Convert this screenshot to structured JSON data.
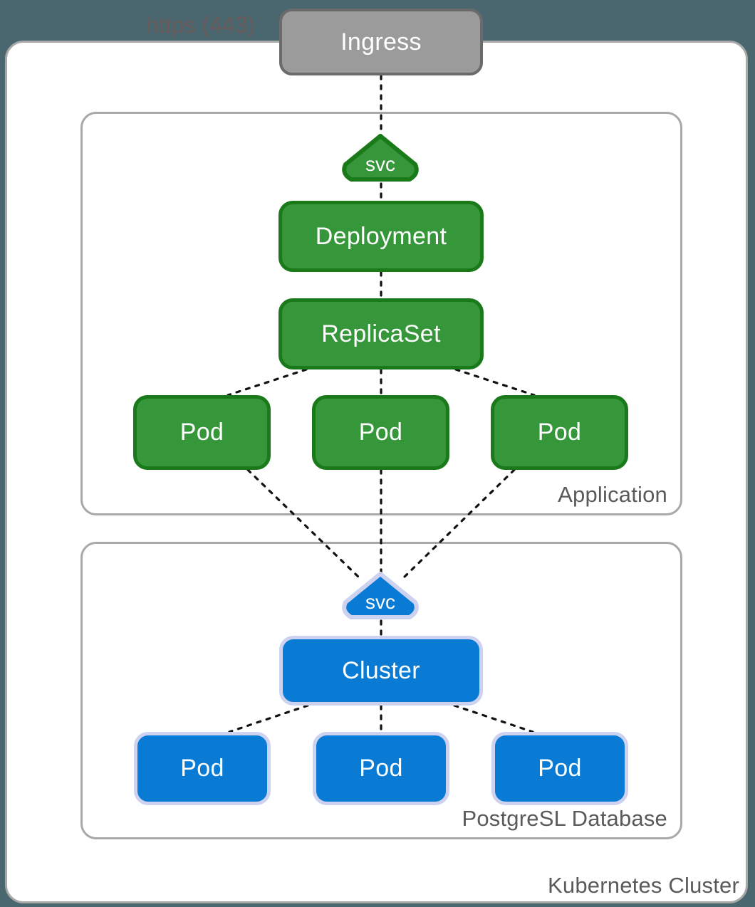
{
  "diagram": {
    "title": "Kubernetes Cluster",
    "background_color": "#4a6770",
    "edge_label": "https (443)"
  },
  "outer": {
    "label": "Kubernetes Cluster",
    "border_color": "#a8a8a8",
    "fill_color": "#ffffff"
  },
  "groups": [
    {
      "id": "application",
      "label": "Application",
      "border_color": "#a8a8a8"
    },
    {
      "id": "database",
      "label": "PostgreSL Database",
      "border_color": "#a8a8a8"
    }
  ],
  "nodes": {
    "ingress": {
      "label": "Ingress",
      "fill": "#9b9b9b",
      "stroke": "#6b6b6b",
      "text_color": "#ffffff"
    },
    "app_svc": {
      "label": "svc",
      "fill": "#36963a",
      "stroke": "#1a7a19",
      "text_color": "#ffffff"
    },
    "deployment": {
      "label": "Deployment",
      "fill": "#36963a",
      "stroke": "#1a7a19",
      "text_color": "#ffffff"
    },
    "replicaset": {
      "label": "ReplicaSet",
      "fill": "#36963a",
      "stroke": "#1a7a19",
      "text_color": "#ffffff"
    },
    "app_pods": [
      {
        "label": "Pod",
        "fill": "#36963a",
        "stroke": "#1a7a19"
      },
      {
        "label": "Pod",
        "fill": "#36963a",
        "stroke": "#1a7a19"
      },
      {
        "label": "Pod",
        "fill": "#36963a",
        "stroke": "#1a7a19"
      }
    ],
    "db_svc": {
      "label": "svc",
      "fill": "#0a7bd5",
      "stroke": "#ccd2f0",
      "text_color": "#ffffff"
    },
    "db_cluster": {
      "label": "Cluster",
      "fill": "#0a7bd5",
      "stroke": "#ccd2f0",
      "text_color": "#ffffff"
    },
    "db_pods": [
      {
        "label": "Pod",
        "fill": "#0a7bd5",
        "stroke": "#ccd2f0"
      },
      {
        "label": "Pod",
        "fill": "#0a7bd5",
        "stroke": "#ccd2f0"
      },
      {
        "label": "Pod",
        "fill": "#0a7bd5",
        "stroke": "#ccd2f0"
      }
    ]
  },
  "edges": {
    "style": "dotted",
    "color": "#111111",
    "connections": [
      {
        "from": "ingress",
        "to": "app_svc",
        "label": "https (443)"
      },
      {
        "from": "app_svc",
        "to": "deployment",
        "label": ""
      },
      {
        "from": "deployment",
        "to": "replicaset",
        "label": ""
      },
      {
        "from": "replicaset",
        "to": "app_pod_1",
        "label": ""
      },
      {
        "from": "replicaset",
        "to": "app_pod_2",
        "label": ""
      },
      {
        "from": "replicaset",
        "to": "app_pod_3",
        "label": ""
      },
      {
        "from": "app_pod_1",
        "to": "db_svc",
        "label": ""
      },
      {
        "from": "app_pod_2",
        "to": "db_svc",
        "label": ""
      },
      {
        "from": "app_pod_3",
        "to": "db_svc",
        "label": ""
      },
      {
        "from": "db_svc",
        "to": "db_cluster",
        "label": ""
      },
      {
        "from": "db_cluster",
        "to": "db_pod_1",
        "label": ""
      },
      {
        "from": "db_cluster",
        "to": "db_pod_2",
        "label": ""
      },
      {
        "from": "db_cluster",
        "to": "db_pod_3",
        "label": ""
      }
    ]
  }
}
